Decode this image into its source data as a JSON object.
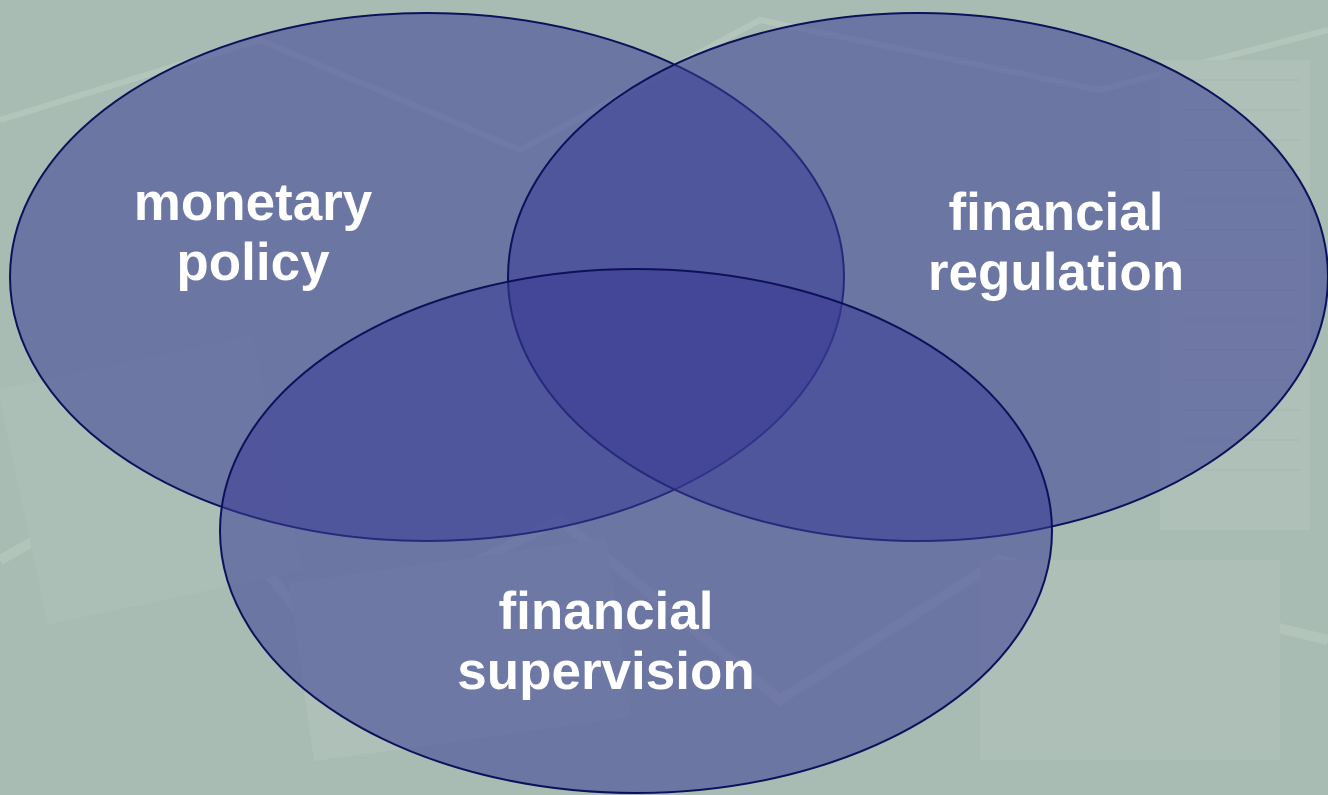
{
  "diagram": {
    "type": "venn",
    "colors": {
      "background": "#a9bcb3",
      "circle_fill": "#3a3d96",
      "circle_stroke": "#0f105a",
      "label_text": "#ffffff"
    },
    "sets": [
      {
        "id": "monetary-policy",
        "line1": "monetary",
        "line2": "policy"
      },
      {
        "id": "financial-regulation",
        "line1": "financial",
        "line2": "regulation"
      },
      {
        "id": "financial-supervision",
        "line1": "financial",
        "line2": "supervision"
      }
    ]
  }
}
